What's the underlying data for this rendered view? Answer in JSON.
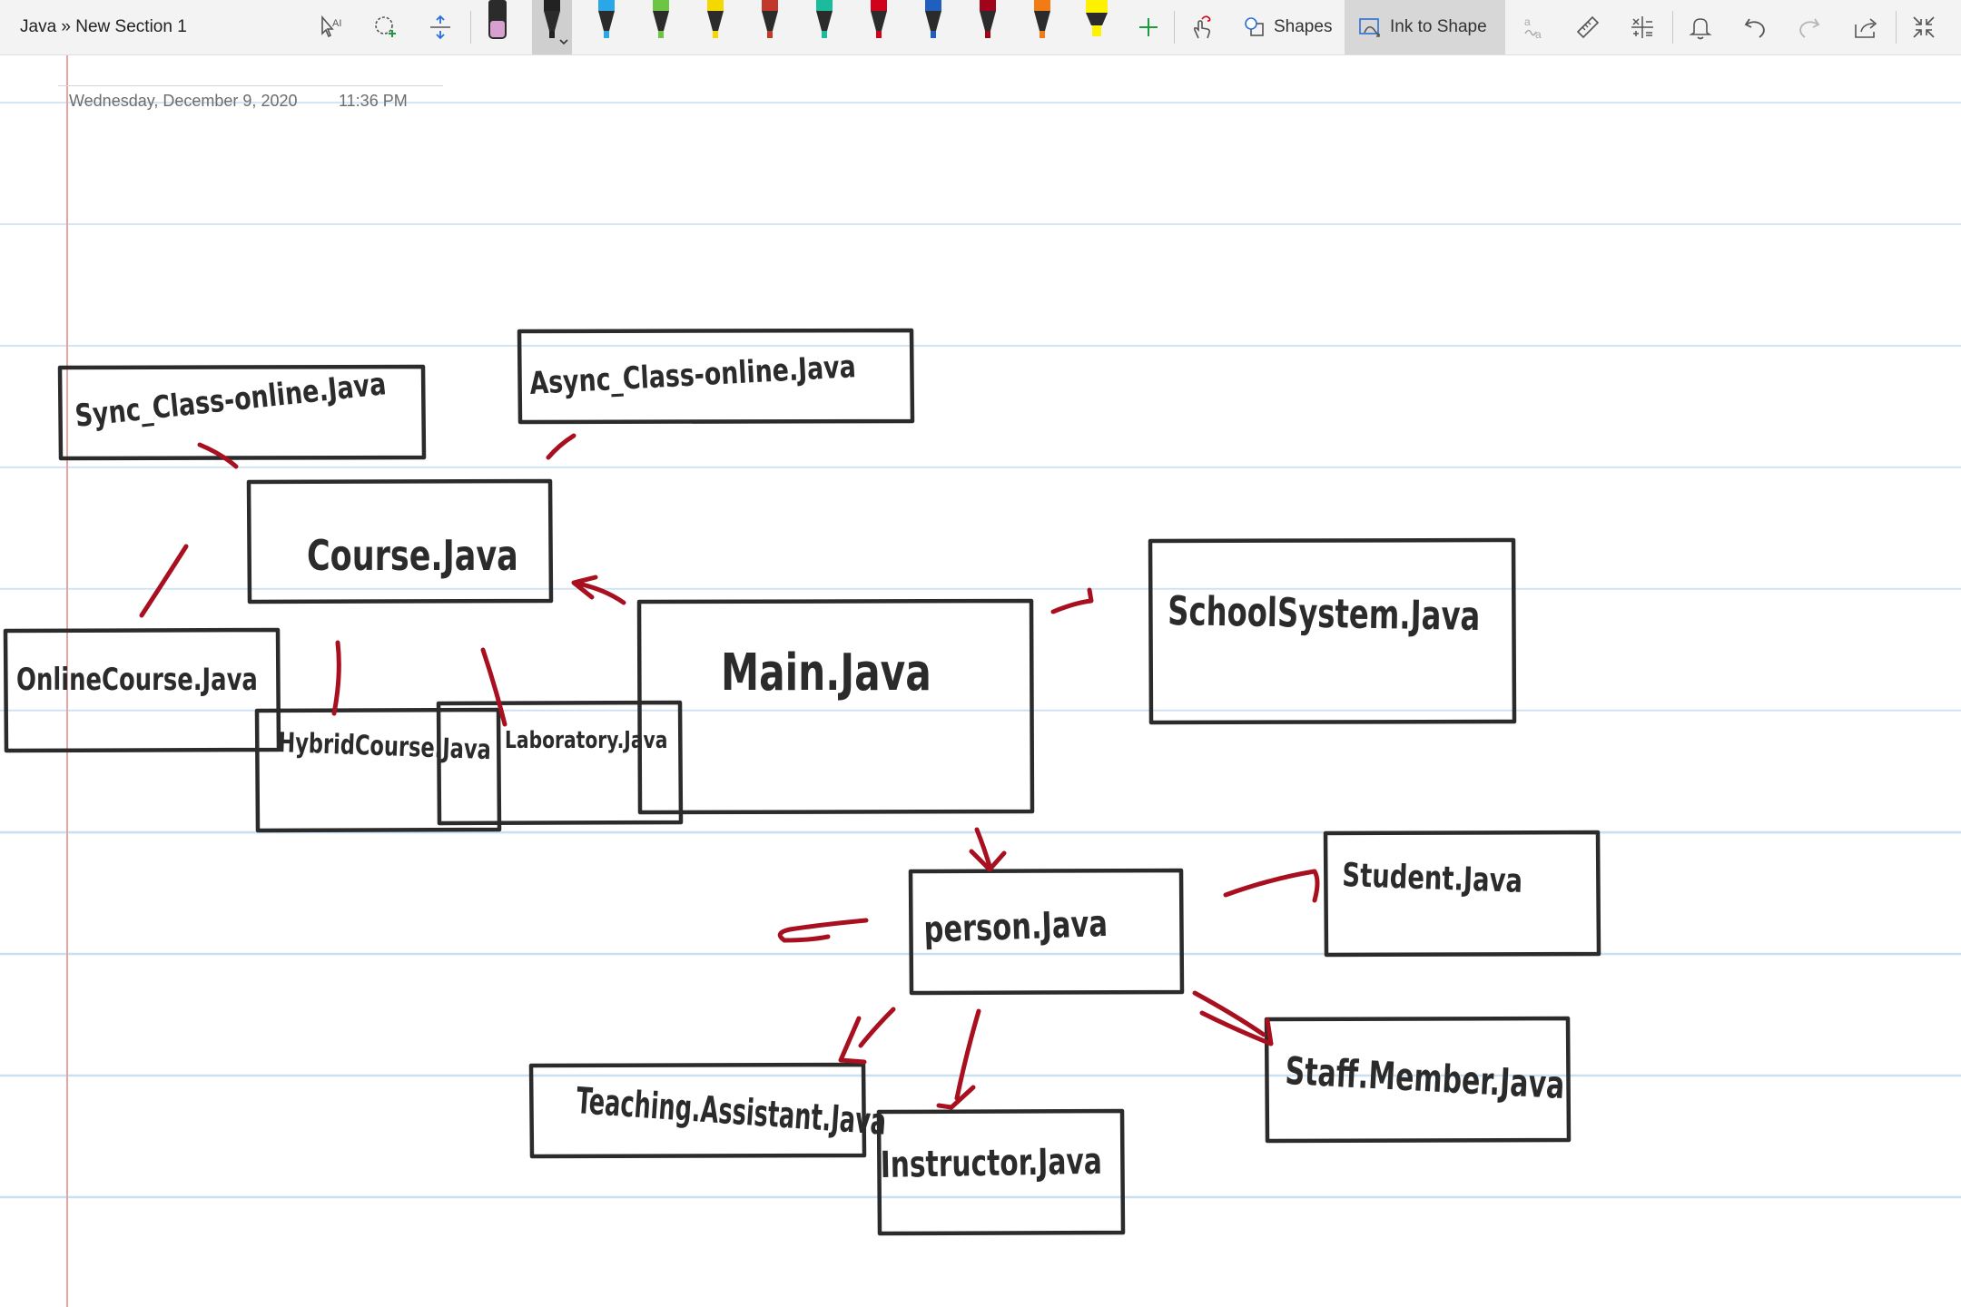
{
  "window": {
    "breadcrumb": "Java » New Section 1"
  },
  "toolbar": {
    "left_tools": [
      {
        "name": "type-select-icon"
      },
      {
        "name": "lasso-add-icon"
      },
      {
        "name": "insert-space-icon"
      }
    ],
    "pens": [
      {
        "name": "pen-eraser",
        "color": "#d8a0cf"
      },
      {
        "name": "pen-black-selected",
        "color": "#222222"
      },
      {
        "name": "pen-lightblue",
        "color": "#2aa7e6"
      },
      {
        "name": "pen-green",
        "color": "#6cc644"
      },
      {
        "name": "pen-yellow",
        "color": "#f5d800"
      },
      {
        "name": "pen-galaxy",
        "color": "#c0392b"
      },
      {
        "name": "pen-teal",
        "color": "#1abc9c"
      },
      {
        "name": "pen-red",
        "color": "#d0021b"
      },
      {
        "name": "pen-blue",
        "color": "#1f5fbf"
      },
      {
        "name": "pen-darkred",
        "color": "#a0041b"
      },
      {
        "name": "pen-orange",
        "color": "#f27b13"
      },
      {
        "name": "highlighter-yellow",
        "color": "#fff200"
      }
    ],
    "shapes_label": "Shapes",
    "ink_to_shape_label": "Ink to Shape"
  },
  "page": {
    "date": "Wednesday, December 9, 2020",
    "time": "11:36 PM"
  },
  "diagram": {
    "boxes": [
      {
        "id": "sync-class",
        "label": "Sync_Class-online.Java"
      },
      {
        "id": "async-class",
        "label": "Async_Class-online.Java"
      },
      {
        "id": "course",
        "label": "Course.Java"
      },
      {
        "id": "online-course",
        "label": "OnlineCourse.Java"
      },
      {
        "id": "hybrid-course",
        "label": "HybridCourse.Java"
      },
      {
        "id": "laboratory",
        "label": "Laboratory.Java"
      },
      {
        "id": "main",
        "label": "Main.Java"
      },
      {
        "id": "school-system",
        "label": "SchoolSystem.Java"
      },
      {
        "id": "person",
        "label": "person.Java"
      },
      {
        "id": "student",
        "label": "Student.Java"
      },
      {
        "id": "staff-member",
        "label": "Staff.Member.Java"
      },
      {
        "id": "teaching-assistant",
        "label": "Teaching.Assistant.Java"
      },
      {
        "id": "instructor",
        "label": "Instructor.Java"
      }
    ],
    "ink_color": "#a8101f",
    "box_color": "#2b2b2b"
  }
}
